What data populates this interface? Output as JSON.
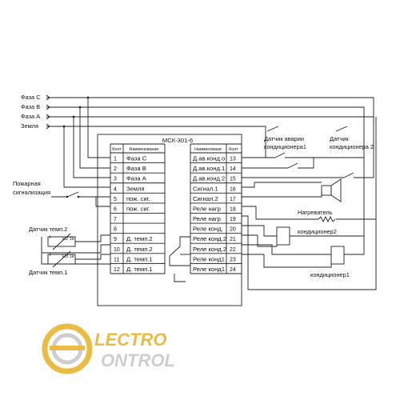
{
  "device": {
    "title": "МСК-301-6",
    "left_header": {
      "num": "Конт",
      "name": "Наименование"
    },
    "right_header": {
      "name": "Наименовани",
      "num": "Конт"
    },
    "left_rows": [
      {
        "num": "1",
        "name": "Фаза С"
      },
      {
        "num": "2",
        "name": "Фаза В"
      },
      {
        "num": "3",
        "name": "Фаза А"
      },
      {
        "num": "4",
        "name": "Земля"
      },
      {
        "num": "5",
        "name": "пож. сиг."
      },
      {
        "num": "6",
        "name": "пож. сиг."
      },
      {
        "num": "7",
        "name": ""
      },
      {
        "num": "8",
        "name": ""
      },
      {
        "num": "9",
        "name": "Д. темп.2"
      },
      {
        "num": "10",
        "name": "Д. темп.2"
      },
      {
        "num": "11",
        "name": "Д. темп.1"
      },
      {
        "num": "12",
        "name": "Д. темп.1"
      }
    ],
    "right_rows": [
      {
        "name": "Д.ав.конд.о",
        "num": "13"
      },
      {
        "name": "Д.ав.конд.1",
        "num": "14"
      },
      {
        "name": "Д.ав.конд.2",
        "num": "15"
      },
      {
        "name": "Сигнал.1",
        "num": "16"
      },
      {
        "name": "Сигнал.2",
        "num": "17"
      },
      {
        "name": "Реле нагр",
        "num": "18"
      },
      {
        "name": "Реле нагр",
        "num": "19"
      },
      {
        "name": "Реле конд.",
        "num": "20"
      },
      {
        "name": "Реле конд.2",
        "num": "21"
      },
      {
        "name": "Реле конд.2",
        "num": "22"
      },
      {
        "name": "Реле конд1",
        "num": "23"
      },
      {
        "name": "Реле конд1",
        "num": "24"
      }
    ]
  },
  "supply": {
    "phase_c": "Фаза С",
    "phase_b": "Фаза В",
    "phase_a": "Фаза А",
    "earth": "Земля"
  },
  "labels": {
    "fire_alarm_1": "Пожарная",
    "fire_alarm_2": "сигнализация",
    "temp_sensor_2": "Датчик темп.2",
    "temp_sensor_1": "Датчик темп.1",
    "r2": "R2 1k",
    "r3": "R3 1k",
    "t_mark": "t",
    "alarm_sensor_1_line1": "Датчик аварии",
    "alarm_sensor_1_line2": "кондиционера1",
    "alarm_sensor_2_line1": "Датчик",
    "alarm_sensor_2_line2": "кондиционера 2",
    "heater": "Нагреватель",
    "conditioner2": "кондиционер2",
    "conditioner1": "кондиционер1"
  },
  "logo": {
    "top": "LECTRO",
    "bottom": "ONTROL",
    "colors": {
      "gold": "#e8b52f",
      "grey": "#c9c9c9"
    }
  }
}
